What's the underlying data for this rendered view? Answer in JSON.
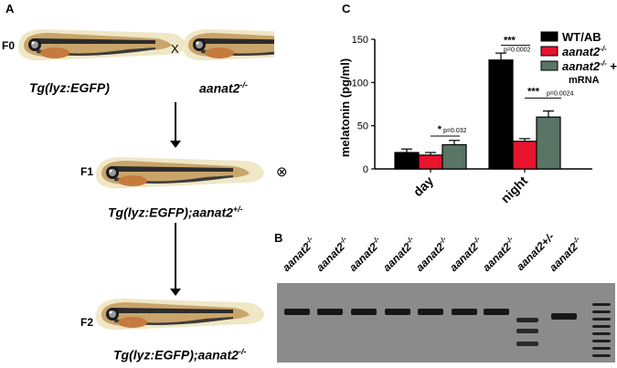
{
  "panels": {
    "a": "A",
    "b": "B",
    "c": "C"
  },
  "panel_a": {
    "f0": {
      "label": "F0",
      "left_genotype": "Tg(lyz:EGFP)",
      "right_genotype_base": "aanat2",
      "right_genotype_sup": "-/-",
      "cross_symbol": "X"
    },
    "f1": {
      "label": "F1",
      "genotype_base": "Tg(lyz:EGFP);aanat2",
      "genotype_sup": "+/-",
      "self_cross_symbol": "⊗"
    },
    "f2": {
      "label": "F2",
      "genotype_base": "Tg(lyz:EGFP);aanat2",
      "genotype_sup": "-/-"
    }
  },
  "panel_b": {
    "lanes": [
      {
        "base": "aanat2",
        "sup": "-/-"
      },
      {
        "base": "aanat2",
        "sup": "-/-"
      },
      {
        "base": "aanat2",
        "sup": "-/-"
      },
      {
        "base": "aanat2",
        "sup": "-/-"
      },
      {
        "base": "aanat2",
        "sup": "-/-"
      },
      {
        "base": "aanat2",
        "sup": "-/-"
      },
      {
        "base": "aanat2",
        "sup": "-/-"
      },
      {
        "base": "aanat2+/-",
        "sup": ""
      },
      {
        "base": "aanat2",
        "sup": "-/-"
      }
    ]
  },
  "chart_data": {
    "type": "bar",
    "ylabel": "melatonin (pg/ml)",
    "ylim": [
      0,
      150
    ],
    "yticks": [
      "0",
      "50",
      "100",
      "150"
    ],
    "categories": [
      "day",
      "night"
    ],
    "series": [
      {
        "name": "WT/AB",
        "color": "#000000",
        "values": [
          19,
          126
        ],
        "errors": [
          4,
          8
        ]
      },
      {
        "name": "aanat2-/-",
        "name_base": "aanat2",
        "name_sup": "-/-",
        "color": "#e8132d",
        "values": [
          16,
          32
        ],
        "errors": [
          3,
          3
        ]
      },
      {
        "name": "aanat2-/- + mRNA",
        "name_base": "aanat2",
        "name_sup": "-/-",
        "name_suffix": " +",
        "name_line2": "mRNA",
        "color": "#5a7466",
        "values": [
          28,
          60
        ],
        "errors": [
          5,
          7
        ]
      }
    ],
    "annotations": [
      {
        "stars": "*",
        "p": "p=0.032"
      },
      {
        "stars": "***",
        "p": "p=0.0002"
      },
      {
        "stars": "***",
        "p": "p=0.0024"
      }
    ],
    "legend_position": "top-right",
    "grid": false
  }
}
